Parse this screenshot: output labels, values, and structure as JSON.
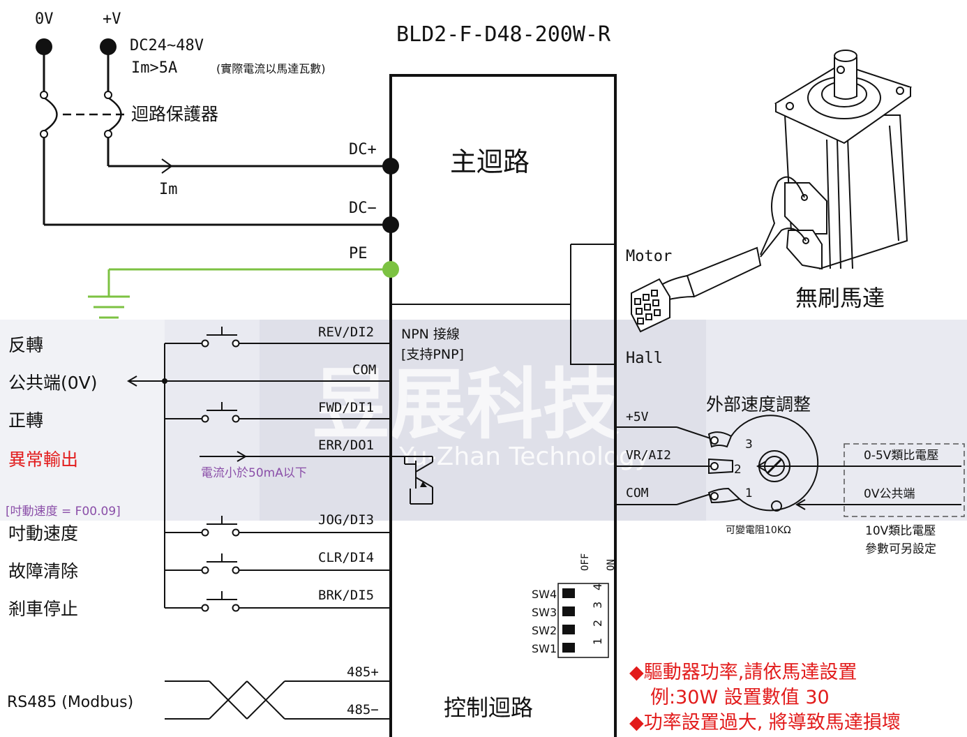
{
  "title": "BLD2-F-D48-200W-R",
  "power": {
    "zero_v": "0V",
    "plus_v": "+V",
    "dc_range": "DC24~48V",
    "im_req": "Im>5A",
    "im_note": "(實際電流以馬達瓦數)",
    "breaker": "迴路保護器",
    "im_arrow": "Im"
  },
  "terminals": {
    "dc_plus": "DC+",
    "dc_minus": "DC−",
    "pe": "PE",
    "rev": "REV/DI2",
    "com": "COM",
    "fwd": "FWD/DI1",
    "err": "ERR/DO1",
    "jog": "JOG/DI3",
    "clr": "CLR/DI4",
    "brk": "BRK/DI5",
    "rs485_plus": "485+",
    "rs485_minus": "485−",
    "motor": "Motor",
    "hall": "Hall",
    "plus5v": "+5V",
    "vr": "VR/AI2",
    "com_right": "COM"
  },
  "blocks": {
    "main_circuit": "主迴路",
    "control_circuit": "控制迴路",
    "npn_label": "NPN 接線",
    "pnp_support": "[支持PNP]"
  },
  "left_labels": {
    "reverse": "反轉",
    "common": "公共端(0V)",
    "forward": "正轉",
    "fault_out": "異常輸出",
    "current_note": "電流小於50mA以下",
    "jog_param": "[吋動速度 = F00.09]",
    "jog": "吋動速度",
    "fault_clear": "故障清除",
    "brake": "剎車停止",
    "rs485": "RS485 (Modbus)"
  },
  "motor_label": "無刷馬達",
  "speed": {
    "title": "外部速度調整",
    "pin3": "3",
    "pin2": "2",
    "pin1": "1",
    "pot_label": "可變電阻10KΩ",
    "analog_0_5": "0-5V類比電壓",
    "analog_com": "0V公共端",
    "analog_10v": "10V類比電壓",
    "analog_param": "參數可另設定"
  },
  "dip": {
    "off": "OFF",
    "on": "ON",
    "switches": [
      "SW4",
      "SW3",
      "SW2",
      "SW1"
    ],
    "numbers": [
      "4",
      "3",
      "2",
      "1"
    ]
  },
  "notes": {
    "line1": "◆驅動器功率,請依馬達設置",
    "line2": "例:30W 設置數值 30",
    "line3": "◆功率設置過大, 將導致馬達損壞"
  },
  "watermark": {
    "cn": "昱展科技",
    "en": "Yu-Zhan Technology"
  },
  "colors": {
    "line": "#111111",
    "ground": "#7cc242",
    "fault_red": "#e21b1b",
    "note_purple": "#8a4ea8",
    "band": "#e6e7ef"
  }
}
